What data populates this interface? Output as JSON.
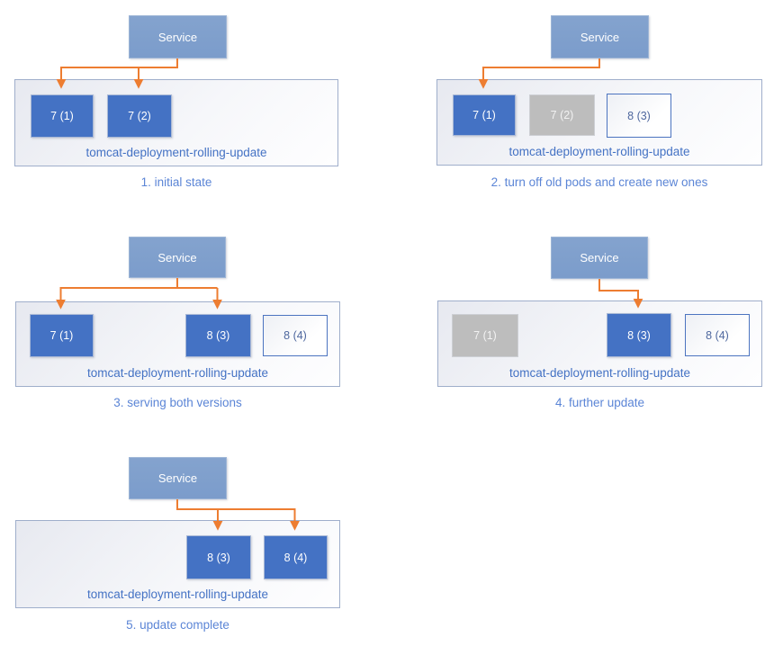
{
  "diagram": {
    "type": "kubernetes-rolling-update-flow",
    "colors": {
      "service_fill": "#7E9FCD",
      "pod_active_fill": "#4472C4",
      "pod_terminated_fill": "#BDBDBD",
      "pod_new_border": "#4C74C0",
      "pod_new_text": "#4E679E",
      "arrow": "#ED7D31",
      "deployment_border": "#9FAECB",
      "deployment_label_text": "#4472C4",
      "caption_text": "#5B85D6"
    },
    "panels": [
      {
        "caption": "1. initial state",
        "service_label": "Service",
        "deployment_label": "tomcat-deployment-rolling-update",
        "pods": [
          {
            "label": "7 (1)",
            "state": "active"
          },
          {
            "label": "7 (2)",
            "state": "active"
          }
        ]
      },
      {
        "caption": "2. turn off old pods and create new ones",
        "service_label": "Service",
        "deployment_label": "tomcat-deployment-rolling-update",
        "pods": [
          {
            "label": "7 (1)",
            "state": "active"
          },
          {
            "label": "7 (2)",
            "state": "terminated"
          },
          {
            "label": "8 (3)",
            "state": "creating"
          }
        ]
      },
      {
        "caption": "3. serving both versions",
        "service_label": "Service",
        "deployment_label": "tomcat-deployment-rolling-update",
        "pods": [
          {
            "label": "7 (1)",
            "state": "active"
          },
          {
            "label": "8 (3)",
            "state": "active"
          },
          {
            "label": "8 (4)",
            "state": "creating"
          }
        ]
      },
      {
        "caption": "4. further update",
        "service_label": "Service",
        "deployment_label": "tomcat-deployment-rolling-update",
        "pods": [
          {
            "label": "7 (1)",
            "state": "terminated"
          },
          {
            "label": "8 (3)",
            "state": "active"
          },
          {
            "label": "8 (4)",
            "state": "creating"
          }
        ]
      },
      {
        "caption": "5. update complete",
        "service_label": "Service",
        "deployment_label": "tomcat-deployment-rolling-update",
        "pods": [
          {
            "label": "8 (3)",
            "state": "active"
          },
          {
            "label": "8 (4)",
            "state": "active"
          }
        ]
      }
    ]
  }
}
